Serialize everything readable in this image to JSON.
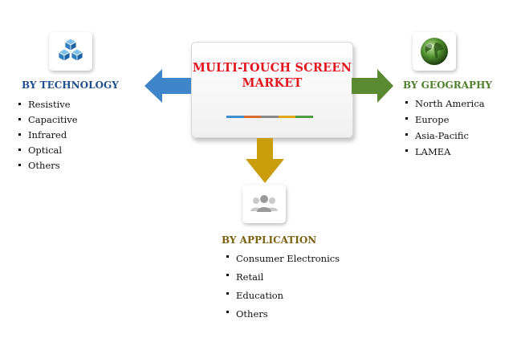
{
  "center": {
    "title_line1": "MULTI-TOUCH SCREEN",
    "title_line2": "MARKET",
    "bar_colors": [
      "#3f8fd0",
      "#d76d33",
      "#8a8a8a",
      "#e2a717",
      "#4f9a45"
    ]
  },
  "technology": {
    "title": "BY TECHNOLOGY",
    "title_color": "#1f4e8c",
    "arrow_color": "#3f85c9",
    "icon": "cubes-icon",
    "items": [
      "Resistive",
      "Capacitive",
      "Infrared",
      "Optical",
      "Others"
    ]
  },
  "geography": {
    "title": "BY GEOGRAPHY",
    "title_color": "#4f7f2a",
    "arrow_color": "#5c8a33",
    "icon": "globe-icon",
    "items": [
      "North America",
      "Europe",
      "Asia-Pacific",
      "LAMEA"
    ]
  },
  "application": {
    "title": "BY APPLICATION",
    "title_color": "#7a6210",
    "arrow_color": "#c99d0c",
    "icon": "users-icon",
    "items": [
      "Consumer Electronics",
      "Retail",
      "Education",
      "Others"
    ]
  }
}
